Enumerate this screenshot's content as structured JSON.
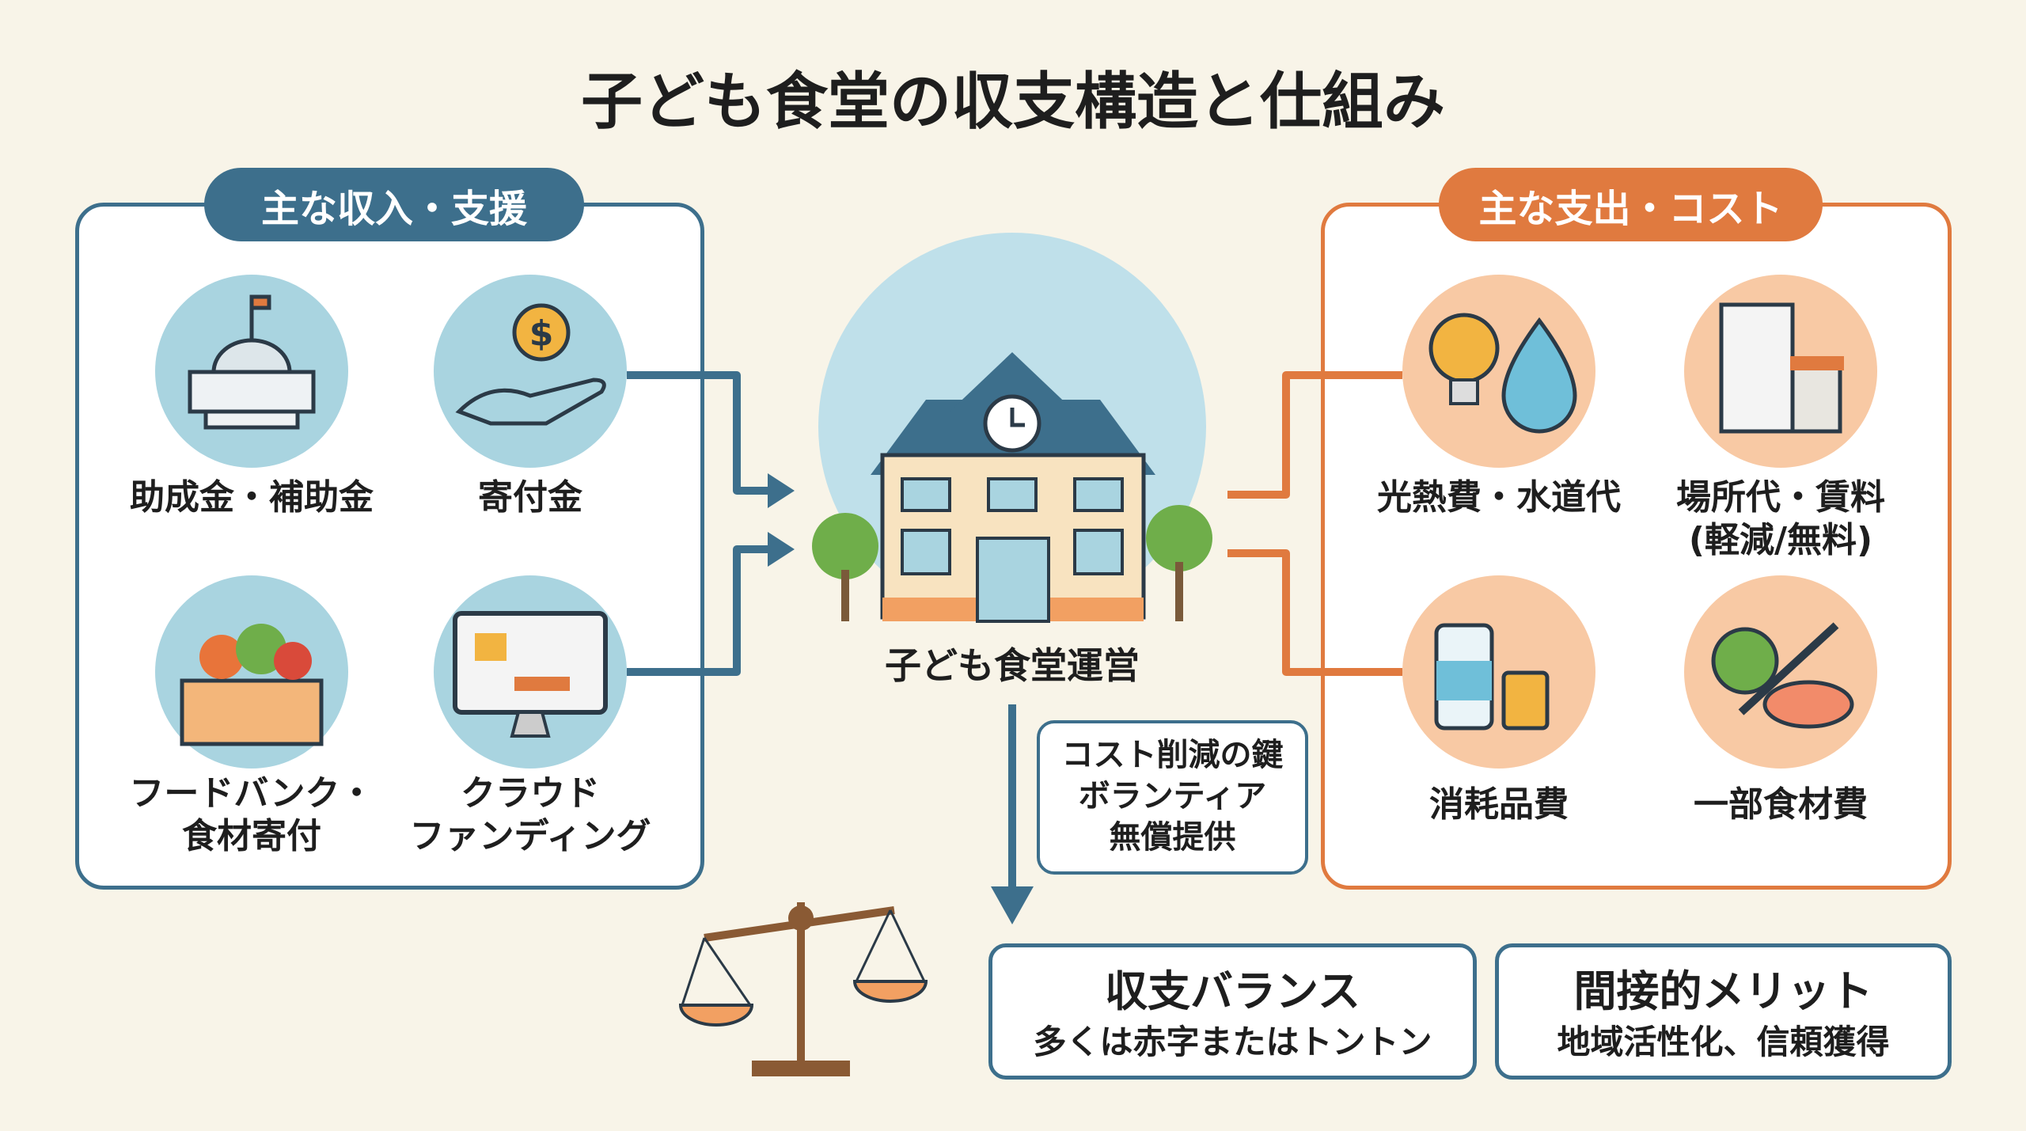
{
  "title": "子ども食堂の収支構造と仕組み",
  "income": {
    "header": "主な収入・支援",
    "items": [
      {
        "label": "助成金・補助金",
        "icon": "government-building-icon"
      },
      {
        "label": "寄付金",
        "icon": "donation-hand-coin-icon"
      },
      {
        "label_lines": [
          "フードバンク・",
          "食材寄付"
        ],
        "icon": "vegetable-box-icon"
      },
      {
        "label_lines": [
          "クラウド",
          "ファンディング"
        ],
        "icon": "computer-monitor-icon"
      }
    ]
  },
  "center": {
    "label": "子ども食堂運営",
    "icon": "school-building-icon"
  },
  "costs": {
    "header": "主な支出・コスト",
    "items": [
      {
        "label": "光熱費・水道代",
        "icon": "bulb-water-icon"
      },
      {
        "label_lines": [
          "場所代・賃料",
          "(軽減/無料)"
        ],
        "icon": "building-icon"
      },
      {
        "label": "消耗品費",
        "icon": "bottle-utensils-icon"
      },
      {
        "label": "一部食材費",
        "icon": "food-knife-icon"
      }
    ]
  },
  "callout": {
    "lines": [
      "コスト削減の鍵",
      "ボランティア",
      "無償提供"
    ]
  },
  "balance": {
    "title": "収支バランス",
    "text": "多くは赤字またはトントン",
    "icon": "scale-icon"
  },
  "merit": {
    "title": "間接的メリット",
    "text": "地域活性化、信頼獲得"
  },
  "colors": {
    "blue": "#3d6f8c",
    "orange": "#e07a3f",
    "bg": "#f8f4e8"
  }
}
